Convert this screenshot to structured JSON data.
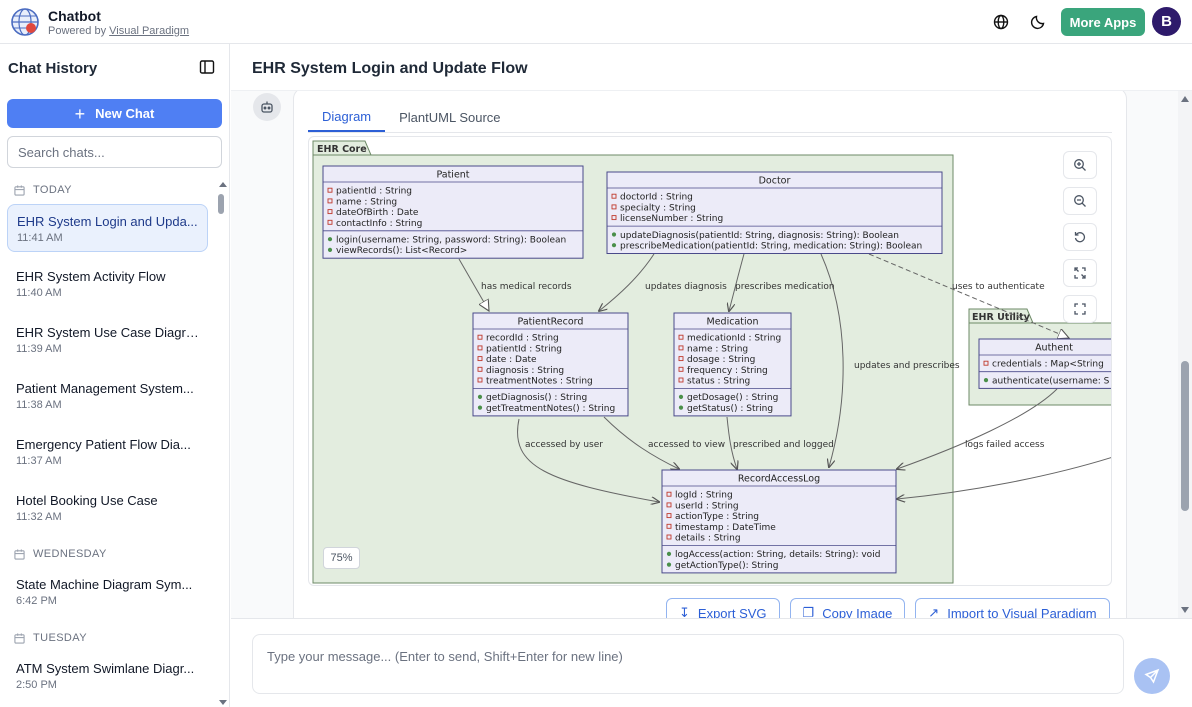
{
  "header": {
    "title": "Chatbot",
    "powered_prefix": "Powered by",
    "powered_link": "Visual Paradigm",
    "more_apps": "More Apps",
    "avatar_letter": "B"
  },
  "sidebar": {
    "title": "Chat History",
    "new_chat": "New Chat",
    "search_placeholder": "Search chats...",
    "groups": [
      {
        "label": "TODAY",
        "items": [
          {
            "title": "EHR System Login and Upda...",
            "time": "11:41 AM"
          },
          {
            "title": "EHR System Activity Flow",
            "time": "11:40 AM"
          },
          {
            "title": "EHR System Use Case Diagram",
            "time": "11:39 AM"
          },
          {
            "title": "Patient Management System...",
            "time": "11:38 AM"
          },
          {
            "title": "Emergency Patient Flow Dia...",
            "time": "11:37 AM"
          },
          {
            "title": "Hotel Booking Use Case",
            "time": "11:32 AM"
          }
        ]
      },
      {
        "label": "WEDNESDAY",
        "items": [
          {
            "title": "State Machine Diagram Sym...",
            "time": "6:42 PM"
          }
        ]
      },
      {
        "label": "TUESDAY",
        "items": [
          {
            "title": "ATM System Swimlane Diagr...",
            "time": "2:50 PM"
          }
        ]
      }
    ]
  },
  "main": {
    "title": "EHR System Login and Update Flow",
    "tabs": [
      "Diagram",
      "PlantUML Source"
    ],
    "zoom_level": "75%",
    "actions": [
      "Export SVG",
      "Copy Image",
      "Import to Visual Paradigm"
    ],
    "input_placeholder": "Type your message... (Enter to send, Shift+Enter for new line)"
  },
  "diagram": {
    "packages": {
      "core": "EHR Core",
      "utility": "EHR Utility"
    },
    "classes": {
      "patient": {
        "name": "Patient",
        "attrs": [
          "patientId : String",
          "name : String",
          "dateOfBirth : Date",
          "contactInfo : String"
        ],
        "ops": [
          "login(username: String, password: String): Boolean",
          "viewRecords(): List<Record>"
        ]
      },
      "doctor": {
        "name": "Doctor",
        "attrs": [
          "doctorId : String",
          "specialty : String",
          "licenseNumber : String"
        ],
        "ops": [
          "updateDiagnosis(patientId: String, diagnosis: String): Boolean",
          "prescribeMedication(patientId: String, medication: String): Boolean"
        ]
      },
      "record": {
        "name": "PatientRecord",
        "attrs": [
          "recordId : String",
          "patientId : String",
          "date : Date",
          "diagnosis : String",
          "treatmentNotes : String"
        ],
        "ops": [
          "getDiagnosis() : String",
          "getTreatmentNotes() : String"
        ]
      },
      "medication": {
        "name": "Medication",
        "attrs": [
          "medicationId : String",
          "name : String",
          "dosage : String",
          "frequency : String",
          "status : String"
        ],
        "ops": [
          "getDosage() : String",
          "getStatus() : String"
        ]
      },
      "log": {
        "name": "RecordAccessLog",
        "attrs": [
          "logId : String",
          "userId : String",
          "actionType : String",
          "timestamp : DateTime",
          "details : String"
        ],
        "ops": [
          "logAccess(action: String, details: String): void",
          "getActionType(): String"
        ]
      },
      "auth": {
        "name": "Authent",
        "attrs": [
          "credentials : Map<String"
        ],
        "ops": [
          "authenticate(username: S"
        ]
      }
    },
    "edge_labels": {
      "has_records": "has medical records",
      "updates_diag": "updates diagnosis",
      "prescribes": "prescribes medication",
      "uses_auth": "uses to authenticate",
      "updates_prescribes": "updates and prescribes",
      "accessed_user": "accessed by user",
      "accessed_view": "accessed to view",
      "prescribed_logged": "prescribed and logged",
      "logs_failed": "logs failed access"
    }
  },
  "colors": {
    "accent": "#4f7ff3",
    "more_apps": "#3aa57c",
    "package_fill": "#e3eddf",
    "class_fill": "#ecebf8",
    "class_border": "#4a4a8a"
  }
}
